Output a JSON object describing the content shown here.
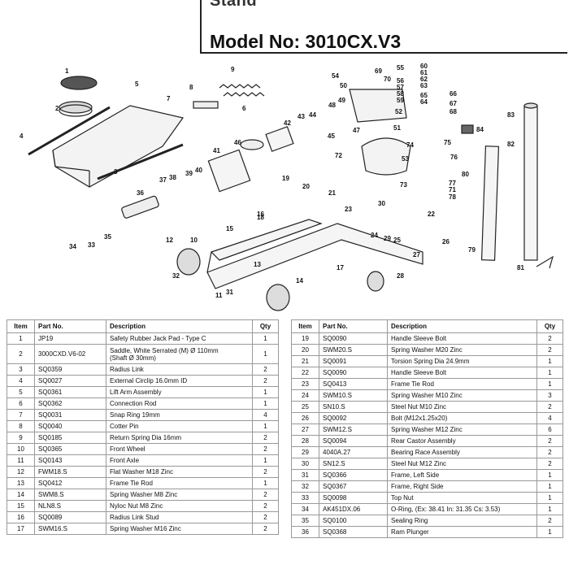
{
  "header": {
    "cut_title": "Stand",
    "model_title": "Model No: 3010CX.V3"
  },
  "diagram": {
    "callouts": [
      "1",
      "2",
      "3",
      "4",
      "5",
      "6",
      "7",
      "8",
      "9",
      "10",
      "11",
      "12",
      "13",
      "14",
      "15",
      "16",
      "17",
      "18",
      "19",
      "20",
      "21",
      "22",
      "23",
      "24",
      "25",
      "26",
      "27",
      "28",
      "29",
      "30",
      "31",
      "32",
      "33",
      "34",
      "35",
      "36",
      "37",
      "38",
      "39",
      "40",
      "41",
      "42",
      "43",
      "44",
      "45",
      "46",
      "47",
      "48",
      "49",
      "50",
      "51",
      "52",
      "53",
      "54",
      "55",
      "56",
      "57",
      "58",
      "59",
      "60",
      "61",
      "62",
      "63",
      "64",
      "65",
      "66",
      "67",
      "68",
      "69",
      "70",
      "71",
      "72",
      "73",
      "74",
      "75",
      "76",
      "77",
      "78",
      "79",
      "80",
      "81",
      "82",
      "83",
      "84"
    ]
  },
  "table_headers": {
    "item": "Item",
    "part_no": "Part No.",
    "description": "Description",
    "qty": "Qty"
  },
  "left_table": [
    {
      "item": "1",
      "part": "JP19",
      "desc": "Safety Rubber Jack Pad - Type C",
      "qty": "1"
    },
    {
      "item": "2",
      "part": "3000CXD.V6-02",
      "desc": "Saddle, White Serrated (M) Ø 110mm",
      "desc2": "(Shaft Ø 30mm)",
      "qty": "1"
    },
    {
      "item": "3",
      "part": "SQ0359",
      "desc": "Radius Link",
      "qty": "2"
    },
    {
      "item": "4",
      "part": "SQ0027",
      "desc": "External Circlip 16.0mm ID",
      "qty": "2"
    },
    {
      "item": "5",
      "part": "SQ0361",
      "desc": "Lift Arm Assembly",
      "qty": "1"
    },
    {
      "item": "6",
      "part": "SQ0362",
      "desc": "Connection Rod",
      "qty": "1"
    },
    {
      "item": "7",
      "part": "SQ0031",
      "desc": "Snap Ring 19mm",
      "qty": "4"
    },
    {
      "item": "8",
      "part": "SQ0040",
      "desc": "Cotter Pin",
      "qty": "1"
    },
    {
      "item": "9",
      "part": "SQ0185",
      "desc": "Return Spring Dia 16mm",
      "qty": "2"
    },
    {
      "item": "10",
      "part": "SQ0365",
      "desc": "Front Wheel",
      "qty": "2"
    },
    {
      "item": "11",
      "part": "SQ0143",
      "desc": "Front Axle",
      "qty": "1"
    },
    {
      "item": "12",
      "part": "FWM18.S",
      "desc": "Flat Washer M18 Zinc",
      "qty": "2"
    },
    {
      "item": "13",
      "part": "SQ0412",
      "desc": "Frame Tie Rod",
      "qty": "1"
    },
    {
      "item": "14",
      "part": "SWM8.S",
      "desc": "Spring Washer M8 Zinc",
      "qty": "2"
    },
    {
      "item": "15",
      "part": "NLN8.S",
      "desc": "Nyloc Nut M8 Zinc",
      "qty": "2"
    },
    {
      "item": "16",
      "part": "SQ0089",
      "desc": "Radius Link Stud",
      "qty": "2"
    },
    {
      "item": "17",
      "part": "SWM16.S",
      "desc": "Spring Washer M16 Zinc",
      "qty": "2"
    }
  ],
  "right_table": [
    {
      "item": "19",
      "part": "SQ0090",
      "desc": "Handle Sleeve Bolt",
      "qty": "2"
    },
    {
      "item": "20",
      "part": "SWM20.S",
      "desc": "Spring Washer M20 Zinc",
      "qty": "2"
    },
    {
      "item": "21",
      "part": "SQ0091",
      "desc": "Torsion Spring Dia 24.9mm",
      "qty": "1"
    },
    {
      "item": "22",
      "part": "SQ0090",
      "desc": "Handle Sleeve Bolt",
      "qty": "1"
    },
    {
      "item": "23",
      "part": "SQ0413",
      "desc": "Frame Tie Rod",
      "qty": "1"
    },
    {
      "item": "24",
      "part": "SWM10.S",
      "desc": "Spring Washer M10 Zinc",
      "qty": "3"
    },
    {
      "item": "25",
      "part": "SN10.S",
      "desc": "Steel Nut M10 Zinc",
      "qty": "2"
    },
    {
      "item": "26",
      "part": "SQ0092",
      "desc": "Bolt (M12x1.25x20)",
      "qty": "4"
    },
    {
      "item": "27",
      "part": "SWM12.S",
      "desc": "Spring Washer M12 Zinc",
      "qty": "6"
    },
    {
      "item": "28",
      "part": "SQ0094",
      "desc": "Rear Castor Assembly",
      "qty": "2"
    },
    {
      "item": "29",
      "part": "4040A.27",
      "desc": "Bearing Race Assembly",
      "qty": "2"
    },
    {
      "item": "30",
      "part": "SN12.S",
      "desc": "Steel Nut M12 Zinc",
      "qty": "2"
    },
    {
      "item": "31",
      "part": "SQ0366",
      "desc": "Frame, Left Side",
      "qty": "1"
    },
    {
      "item": "32",
      "part": "SQ0367",
      "desc": "Frame, Right Side",
      "qty": "1"
    },
    {
      "item": "33",
      "part": "SQ0098",
      "desc": "Top Nut",
      "qty": "1"
    },
    {
      "item": "34",
      "part": "AK451DX.06",
      "desc": "O-Ring, (Ex: 38.41 In: 31.35 Cs: 3.53)",
      "qty": "1"
    },
    {
      "item": "35",
      "part": "SQ0100",
      "desc": "Sealing Ring",
      "qty": "2"
    },
    {
      "item": "36",
      "part": "SQ0368",
      "desc": "Ram Plunger",
      "qty": "1"
    }
  ]
}
